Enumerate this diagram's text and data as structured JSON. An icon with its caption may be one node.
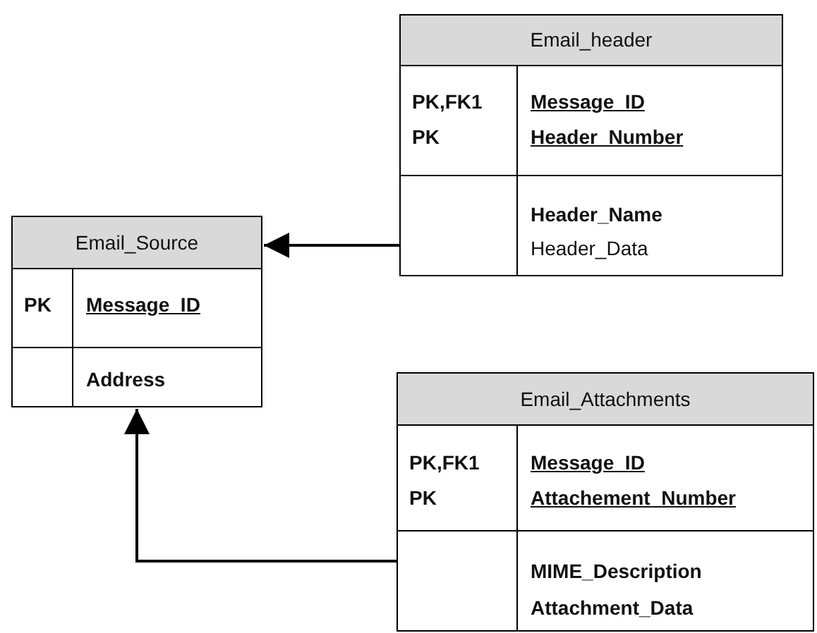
{
  "diagram": {
    "nodes": [
      {
        "text": [
          "Email_header",
          "PK,FK1",
          "PK",
          "Message_ID",
          "Header_Number",
          "Header_Name",
          "Header_Data"
        ]
      },
      {
        "text": [
          "Email_Source",
          "PK",
          "Message_ID",
          "Address"
        ]
      },
      {
        "text": [
          "Email_Attachments",
          "PK,FK1",
          "PK",
          "Message_ID",
          "Attachement_Number",
          "MIME_Description",
          "Attachment_Data"
        ]
      }
    ],
    "edges": [
      {
        "from": 0,
        "to": 1,
        "arrow": "to"
      },
      {
        "from": 2,
        "to": 1,
        "arrow": "to"
      }
    ]
  }
}
